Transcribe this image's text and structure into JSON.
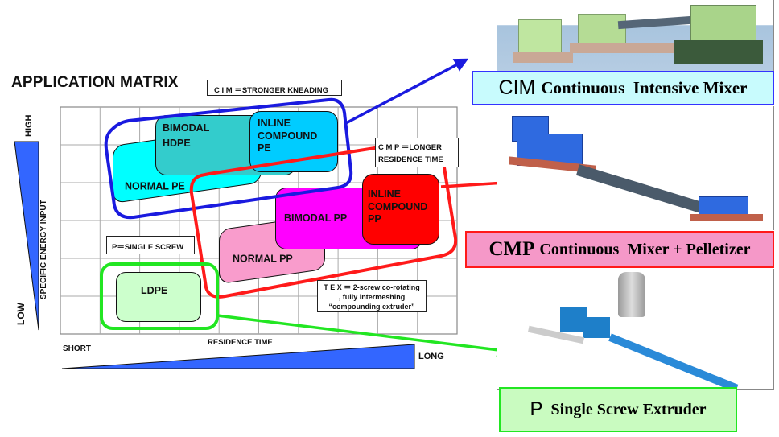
{
  "title": "APPLICATION MATRIX",
  "axes": {
    "y_label": "SPECIFIC ENERGY INPUT",
    "y_high": "HIGH",
    "y_low": "LOW",
    "x_label": "RESIDENCE TIME",
    "x_short": "SHORT",
    "x_long": "LONG"
  },
  "notes": {
    "cim": "C I M ＝STRONGER KNEADING",
    "cmp_line1": "C M P ＝LONGER",
    "cmp_line2": "RESIDENCE TIME",
    "p": "P＝SINGLE SCREW",
    "tex_line1": "T E X ＝ 2-screw co-rotating",
    "tex_line2": ", fully intermeshing",
    "tex_line3": "“compounding extruder”"
  },
  "regions": {
    "normal_pe": "NORMAL PE",
    "bimodal_hdpe_1": "BIMODAL",
    "bimodal_hdpe_2": "HDPE",
    "inline_pe_1": "INLINE",
    "inline_pe_2": "COMPOUND",
    "inline_pe_3": "PE",
    "bimodal_pp": "BIMODAL PP",
    "inline_pp_1": "INLINE",
    "inline_pp_2": "COMPOUND",
    "inline_pp_3": "PP",
    "normal_pp": "NORMAL PP",
    "ldpe": "LDPE"
  },
  "machines": {
    "cim": {
      "abbr": "CIM",
      "name": "Continuous  Intensive Mixer"
    },
    "cmp": {
      "abbr": "CMP",
      "name": "Continuous  Mixer + Pelletizer"
    },
    "p": {
      "abbr": "P",
      "name": "Single Screw Extruder"
    }
  },
  "colors": {
    "cim": "#1a1adf",
    "cmp": "#ff1a1a",
    "p": "#22e622",
    "cim_label_bg": "#c8fbfd",
    "cmp_label_bg": "#f598c8",
    "p_label_bg": "#c9fbc0",
    "normal_pe": "#00ffff",
    "bimodal_hdpe": "#33cccc",
    "inline_pe": "#00ccff",
    "bimodal_pp": "#ff00ff",
    "inline_pp": "#ff0000",
    "normal_pp": "#f99ccc",
    "ldpe": "#ccffcc",
    "axis_wedge": "#3366ff"
  }
}
